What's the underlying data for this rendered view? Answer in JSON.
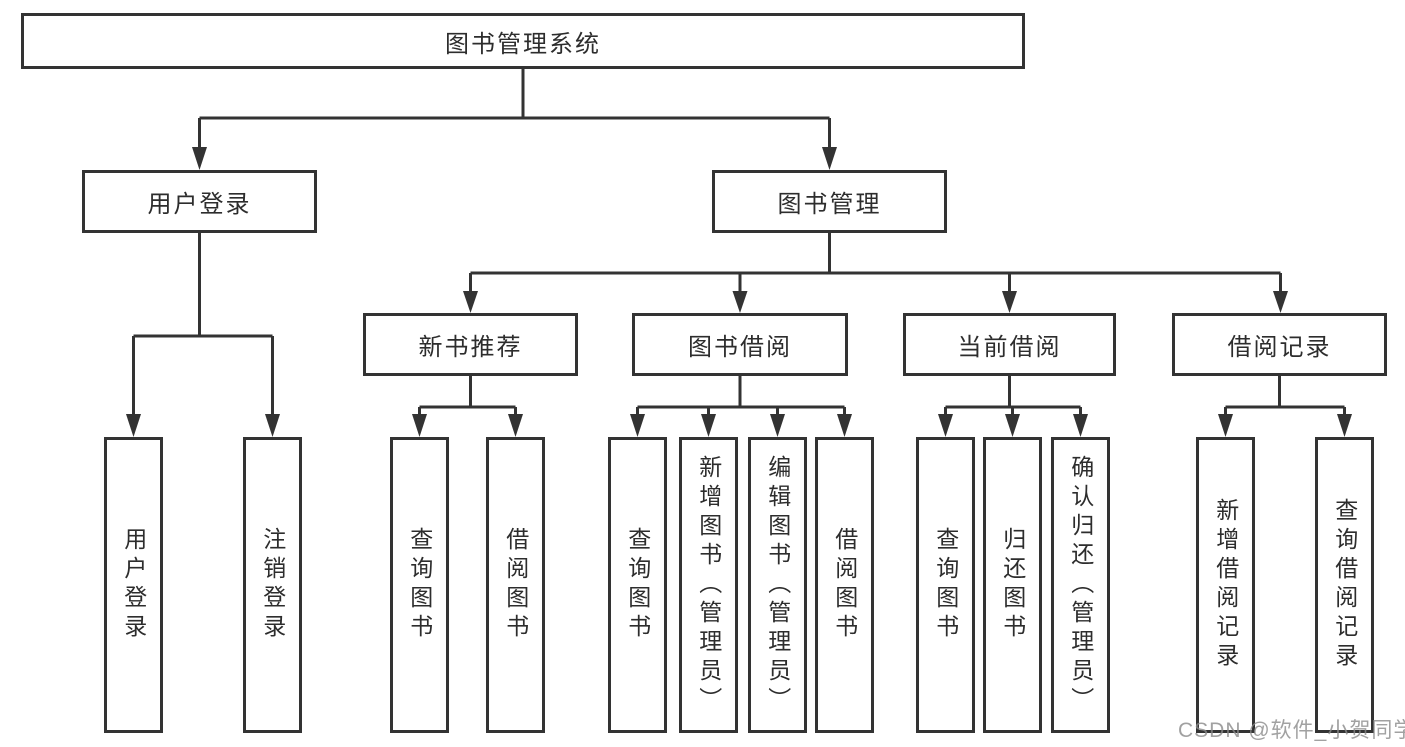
{
  "colors": {
    "line": "#333333",
    "box_border": "#333333",
    "box_background": "#ffffff",
    "text": "#2d2d2d",
    "watermark": "#8a8a8a"
  },
  "watermark": "CSDN @软件_小贺同学",
  "tree": {
    "label": "图书管理系统",
    "children": [
      {
        "label": "用户登录",
        "children": [
          {
            "label": "用户登录"
          },
          {
            "label": "注销登录"
          }
        ]
      },
      {
        "label": "图书管理",
        "children": [
          {
            "label": "新书推荐",
            "children": [
              {
                "label": "查询图书"
              },
              {
                "label": "借阅图书"
              }
            ]
          },
          {
            "label": "图书借阅",
            "children": [
              {
                "label": "查询图书"
              },
              {
                "label": "新增图书（管理员）"
              },
              {
                "label": "编辑图书（管理员）"
              },
              {
                "label": "借阅图书"
              }
            ]
          },
          {
            "label": "当前借阅",
            "children": [
              {
                "label": "查询图书"
              },
              {
                "label": "归还图书"
              },
              {
                "label": "确认归还（管理员）"
              }
            ]
          },
          {
            "label": "借阅记录",
            "children": [
              {
                "label": "新增借阅记录"
              },
              {
                "label": "查询借阅记录"
              }
            ]
          }
        ]
      }
    ]
  }
}
